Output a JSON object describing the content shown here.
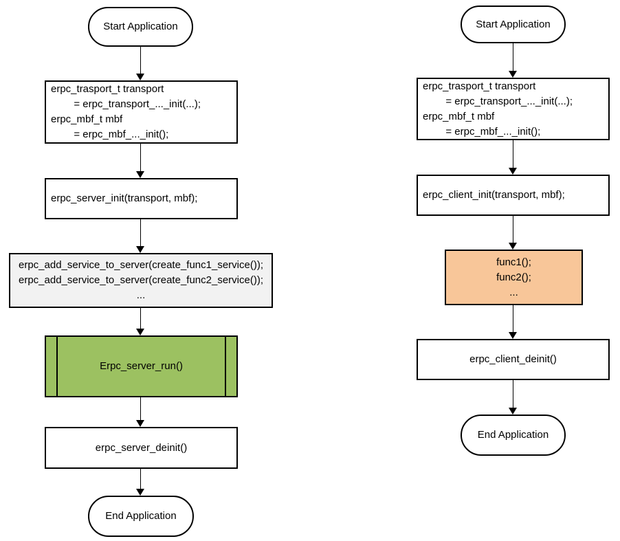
{
  "colors": {
    "white_fill": "#ffffff",
    "gray_fill": "#f2f2f2",
    "green_fill": "#9cc161",
    "orange_fill": "#f8c699",
    "stroke": "#000000"
  },
  "server_flow": {
    "start_label": "Start Application",
    "setup_code": "erpc_trasport_t transport\n        = erpc_transport_..._init(...);\nerpc_mbf_t mbf\n        = erpc_mbf_..._init();",
    "init_label": "erpc_server_init(transport, mbf);",
    "add_services_code": "erpc_add_service_to_server(create_func1_service());\nerpc_add_service_to_server(create_func2_service());\n...",
    "run_label": "Erpc_server_run()",
    "deinit_label": "erpc_server_deinit()",
    "end_label": "End Application"
  },
  "client_flow": {
    "start_label": "Start Application",
    "setup_code": "erpc_trasport_t transport\n        = erpc_transport_..._init(...);\nerpc_mbf_t mbf\n        = erpc_mbf_..._init();",
    "init_label": "erpc_client_init(transport, mbf);",
    "calls_code": "func1();\nfunc2();\n...",
    "deinit_label": "erpc_client_deinit()",
    "end_label": "End Application"
  }
}
